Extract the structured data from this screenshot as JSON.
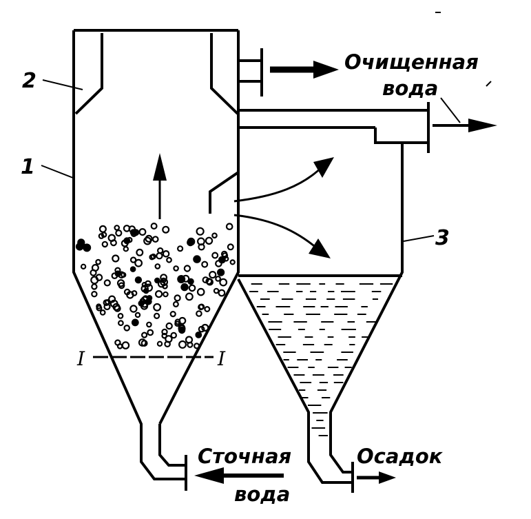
{
  "labels": {
    "vessel_1": "1",
    "ring_2": "2",
    "settler_3": "3",
    "section_left": "I",
    "section_right": "I",
    "clean_water_line1": "Очищенная",
    "clean_water_line2": "вода",
    "waste_water_line1": "Сточная",
    "waste_water_line2": "вода",
    "sediment": "Осадок"
  }
}
